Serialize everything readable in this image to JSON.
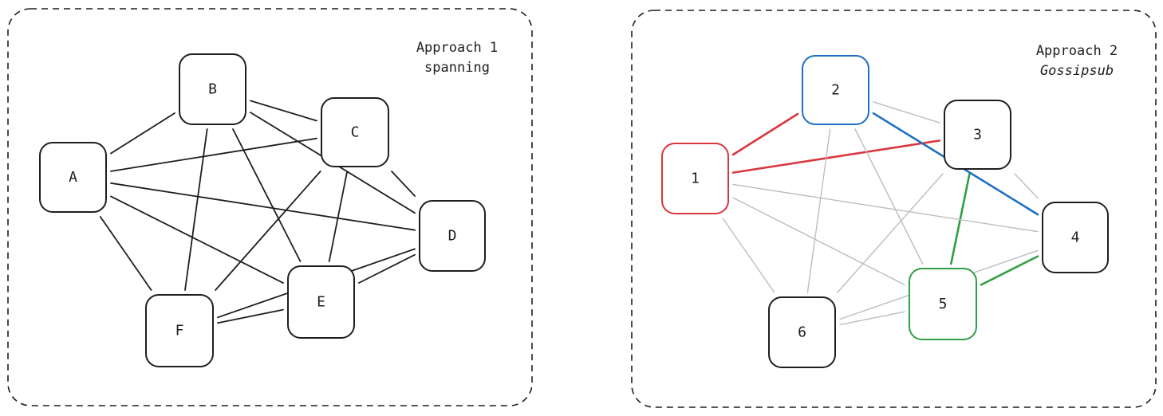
{
  "colors": {
    "ink": "#1e1e1e",
    "grey_edge": "#bdbdbd",
    "red": "#d9363e",
    "blue": "#1c6fc4",
    "green": "#2f9e44"
  },
  "panels": [
    {
      "id": "approach1",
      "title_line1": "Approach 1",
      "title_line2": "spanning",
      "nodes": [
        {
          "id": "A",
          "label": "A"
        },
        {
          "id": "B",
          "label": "B"
        },
        {
          "id": "C",
          "label": "C"
        },
        {
          "id": "D",
          "label": "D"
        },
        {
          "id": "E",
          "label": "E"
        },
        {
          "id": "F",
          "label": "F"
        }
      ],
      "edges": [
        {
          "from": "A",
          "to": "B",
          "color": "ink"
        },
        {
          "from": "A",
          "to": "C",
          "color": "ink"
        },
        {
          "from": "A",
          "to": "D",
          "color": "ink"
        },
        {
          "from": "A",
          "to": "E",
          "color": "ink"
        },
        {
          "from": "A",
          "to": "F",
          "color": "ink"
        },
        {
          "from": "B",
          "to": "C",
          "color": "ink"
        },
        {
          "from": "B",
          "to": "D",
          "color": "ink"
        },
        {
          "from": "B",
          "to": "E",
          "color": "ink"
        },
        {
          "from": "B",
          "to": "F",
          "color": "ink"
        },
        {
          "from": "C",
          "to": "D",
          "color": "ink"
        },
        {
          "from": "C",
          "to": "E",
          "color": "ink"
        },
        {
          "from": "C",
          "to": "F",
          "color": "ink"
        },
        {
          "from": "D",
          "to": "E",
          "color": "ink"
        },
        {
          "from": "D",
          "to": "F",
          "color": "ink"
        },
        {
          "from": "E",
          "to": "F",
          "color": "ink"
        }
      ]
    },
    {
      "id": "approach2",
      "title_line1": "Approach 2",
      "title_line2": "Gossipsub",
      "nodes": [
        {
          "id": "1",
          "label": "1",
          "color": "red"
        },
        {
          "id": "2",
          "label": "2",
          "color": "blue"
        },
        {
          "id": "3",
          "label": "3",
          "color": "ink"
        },
        {
          "id": "4",
          "label": "4",
          "color": "ink"
        },
        {
          "id": "5",
          "label": "5",
          "color": "green"
        },
        {
          "id": "6",
          "label": "6",
          "color": "ink"
        }
      ],
      "edges": [
        {
          "from": "1",
          "to": "2",
          "color": "red"
        },
        {
          "from": "1",
          "to": "3",
          "color": "red"
        },
        {
          "from": "2",
          "to": "4",
          "color": "blue"
        },
        {
          "from": "3",
          "to": "5",
          "color": "green"
        },
        {
          "from": "4",
          "to": "5",
          "color": "green"
        },
        {
          "from": "1",
          "to": "4",
          "color": "grey_edge"
        },
        {
          "from": "1",
          "to": "5",
          "color": "grey_edge"
        },
        {
          "from": "1",
          "to": "6",
          "color": "grey_edge"
        },
        {
          "from": "2",
          "to": "3",
          "color": "grey_edge"
        },
        {
          "from": "2",
          "to": "5",
          "color": "grey_edge"
        },
        {
          "from": "2",
          "to": "6",
          "color": "grey_edge"
        },
        {
          "from": "3",
          "to": "4",
          "color": "grey_edge"
        },
        {
          "from": "3",
          "to": "6",
          "color": "grey_edge"
        },
        {
          "from": "4",
          "to": "6",
          "color": "grey_edge"
        },
        {
          "from": "5",
          "to": "6",
          "color": "grey_edge"
        }
      ]
    }
  ]
}
